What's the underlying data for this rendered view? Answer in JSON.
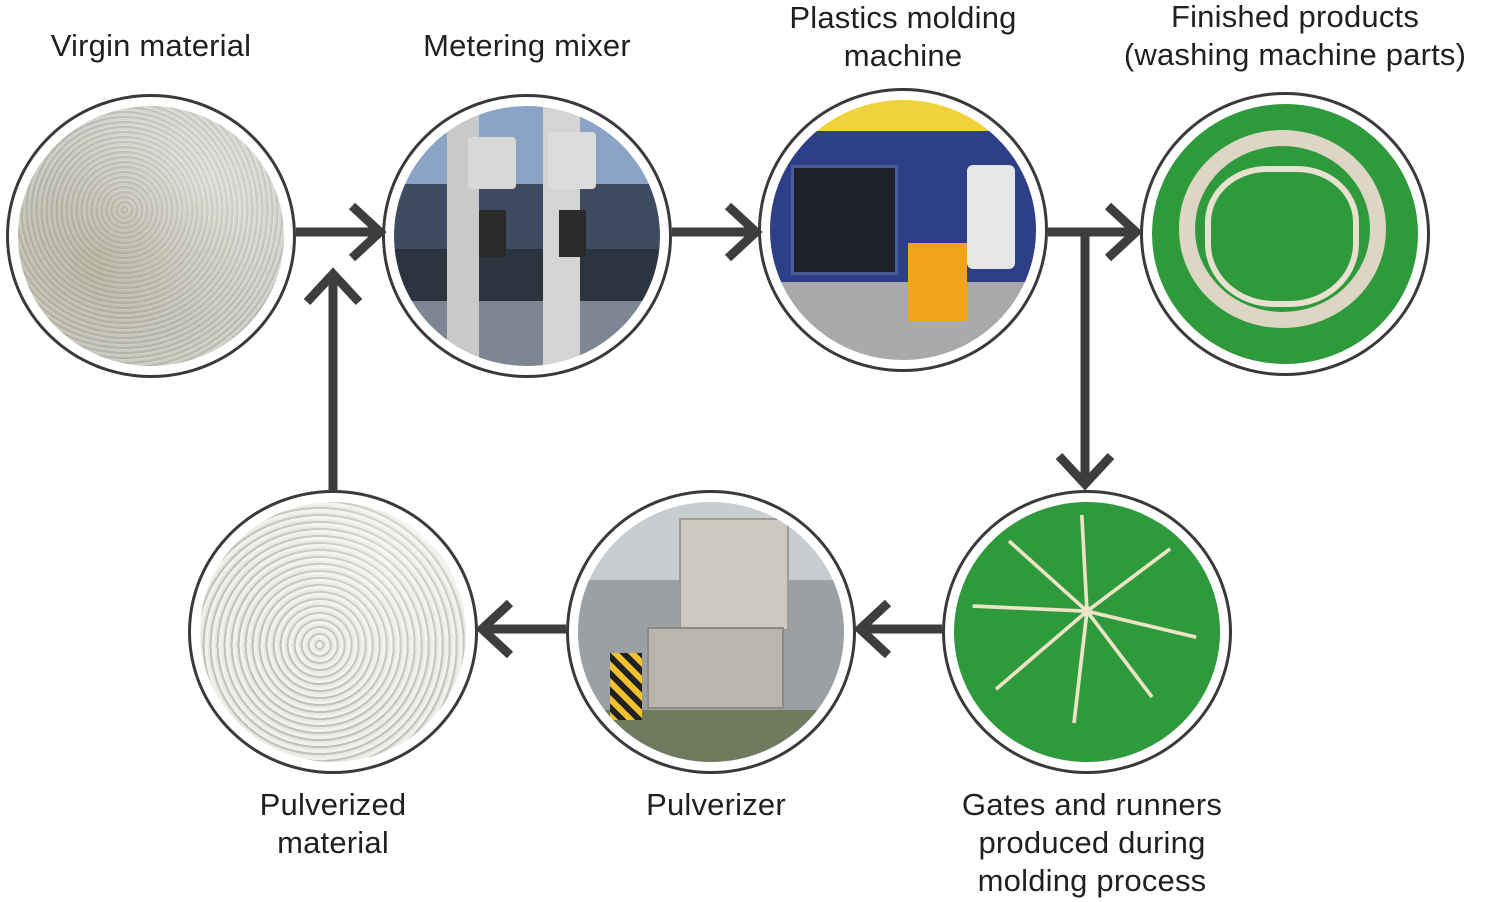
{
  "nodes": [
    {
      "id": "virgin",
      "label_lines": [
        "Virgin material"
      ],
      "image": "granulated plastic pellets"
    },
    {
      "id": "mixer",
      "label_lines": [
        "Metering mixer"
      ],
      "image": "metering mixer equipment"
    },
    {
      "id": "molding",
      "label_lines": [
        "Plastics molding",
        "machine"
      ],
      "image": "injection molding machine"
    },
    {
      "id": "finished",
      "label_lines": [
        "Finished products",
        "(washing machine parts)"
      ],
      "image": "washing machine ring part on green"
    },
    {
      "id": "gates",
      "label_lines": [
        "Gates and runners",
        "produced during",
        "molding process"
      ],
      "image": "star-shaped runner on green"
    },
    {
      "id": "pulverizer",
      "label_lines": [
        "Pulverizer"
      ],
      "image": "pulverizer machine"
    },
    {
      "id": "pulverized",
      "label_lines": [
        "Pulverized",
        "material"
      ],
      "image": "white pulverized flakes"
    }
  ],
  "colors": {
    "arrow": "#3d3d3d",
    "ring": "#3a3a3a",
    "green": "#2f9a3c"
  }
}
